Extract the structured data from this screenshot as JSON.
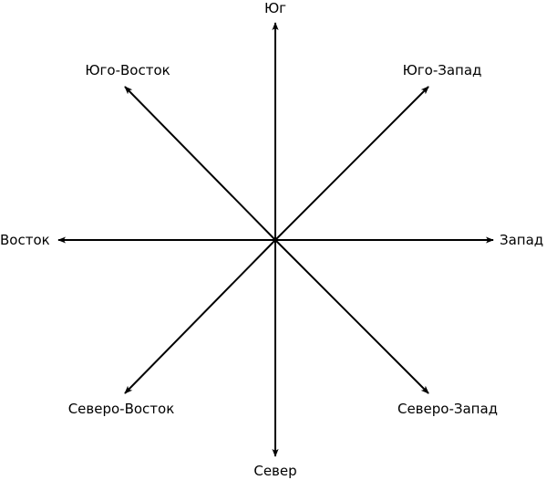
{
  "diagram": {
    "title": "Compass directions",
    "stroke_color": "#000000",
    "directions": {
      "top": "Юг",
      "top_left": "Юго-Восток",
      "top_right": "Юго-Запад",
      "left": "Восток",
      "right": "Запад",
      "bottom_left": "Северо-Восток",
      "bottom_right": "Северо-Запад",
      "bottom": "Север"
    }
  }
}
